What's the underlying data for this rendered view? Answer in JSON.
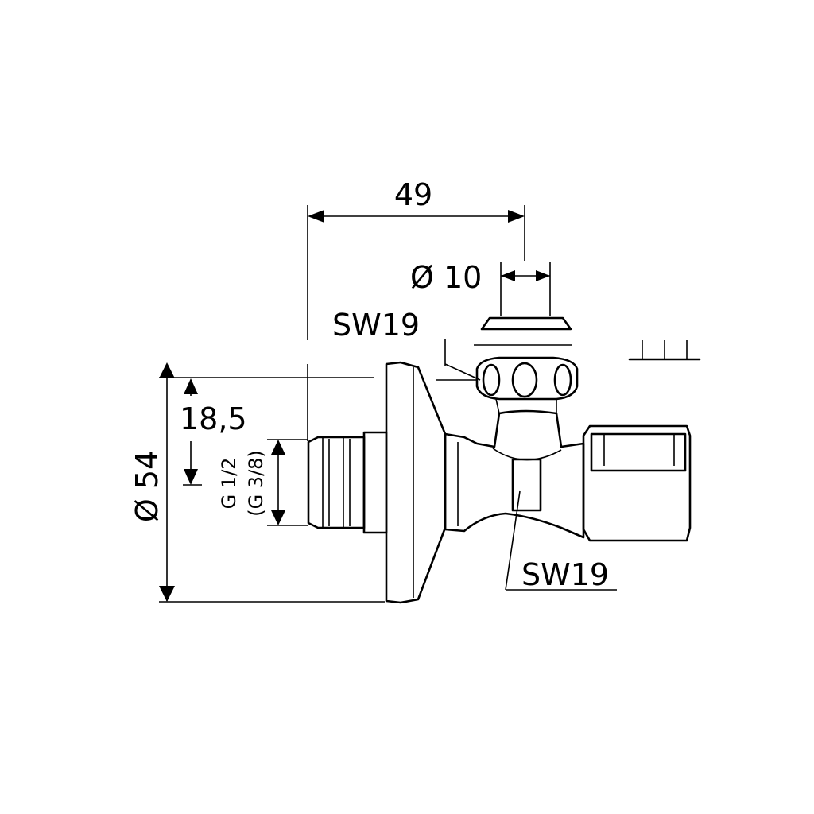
{
  "drawing": {
    "dimensions": {
      "length": "49",
      "stem_diameter": "Ø 10",
      "flange_diameter": "Ø 54",
      "offset": "18,5"
    },
    "thread": {
      "primary": "G 1/2",
      "secondary": "(G 3/8)"
    },
    "wrench_sizes": {
      "top": "SW19",
      "bottom": "SW19"
    }
  }
}
